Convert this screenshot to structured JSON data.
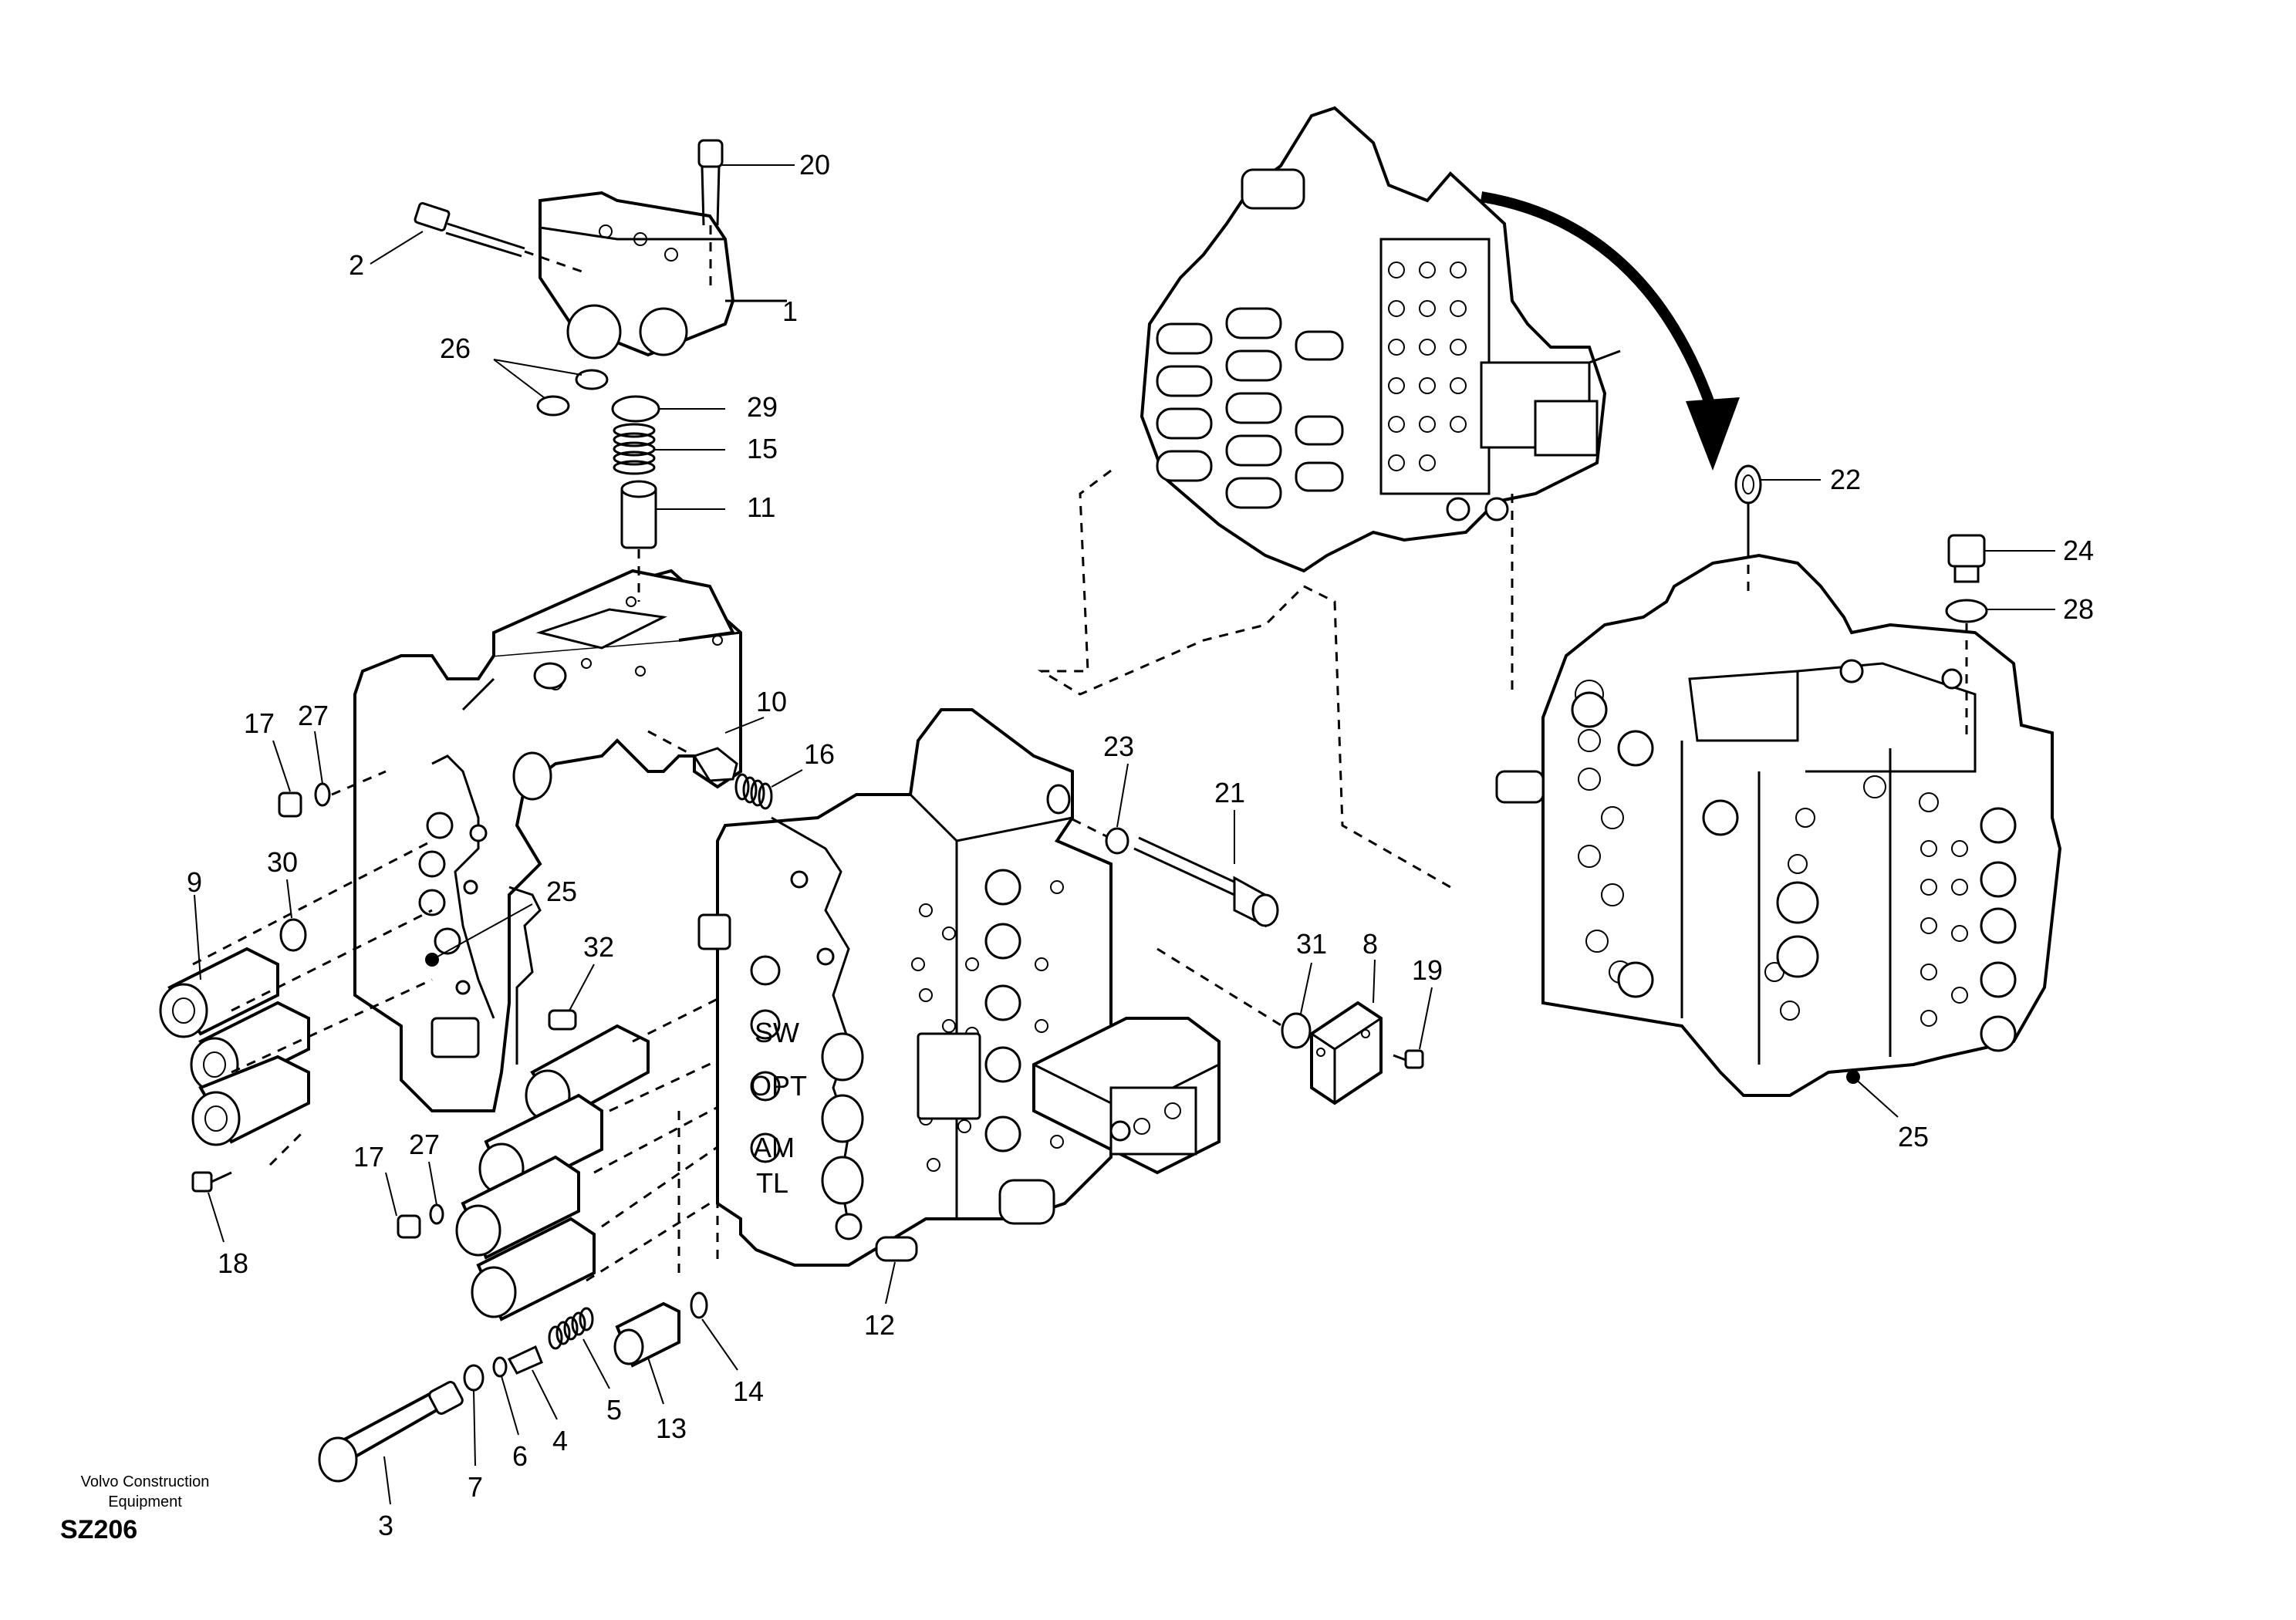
{
  "caption": {
    "company": "Volvo Construction Equipment",
    "code": "SZ206"
  },
  "labels": {
    "l1": "1",
    "l2": "2",
    "l3": "3",
    "l4": "4",
    "l5": "5",
    "l6": "6",
    "l7": "7",
    "l8": "8",
    "l9": "9",
    "l10": "10",
    "l11": "11",
    "l12": "12",
    "l13": "13",
    "l14": "14",
    "l15": "15",
    "l16": "16",
    "l17a": "17",
    "l17b": "17",
    "l18": "18",
    "l19": "19",
    "l20": "20",
    "l21": "21",
    "l22": "22",
    "l23": "23",
    "l24": "24",
    "l25a": "25",
    "l25b": "25",
    "l26": "26",
    "l27a": "27",
    "l27b": "27",
    "l28": "28",
    "l29": "29",
    "l30": "30",
    "l31": "31",
    "l32": "32"
  },
  "port_marks": {
    "sw": "SW",
    "opt": "OPT",
    "am": "AM",
    "tl": "TL"
  }
}
